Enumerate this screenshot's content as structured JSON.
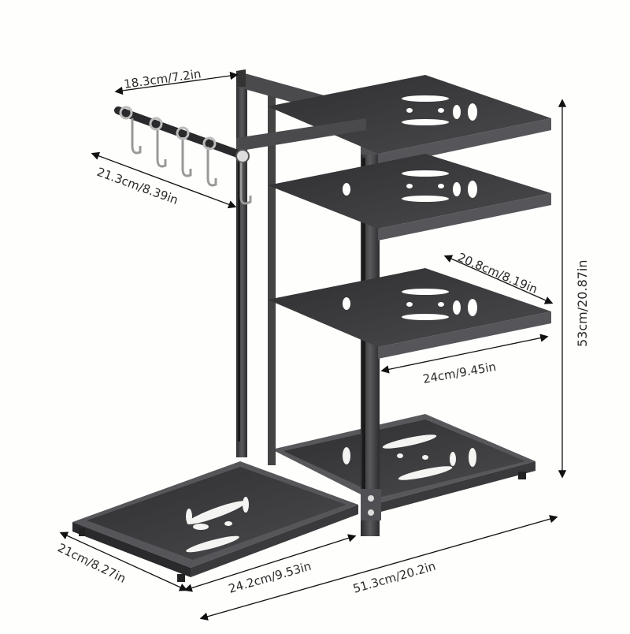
{
  "diagram": {
    "subject": "Adjustable metal pot and pan organizer rack with hanging hooks",
    "background_color": "#fefefc",
    "metal_color": "#3b3b3d",
    "hooks_count": 5,
    "shelves_count": 3,
    "base_panels_count": 2,
    "dimensions": {
      "hook_bar_length": "18.3cm/7.2in",
      "hook_bar_depth": "21.3cm/8.39in",
      "shelf_width": "20.8cm/8.19in",
      "shelf_depth": "24cm/9.45in",
      "total_height": "53cm/20.87in",
      "base_depth": "21cm/8.27in",
      "base_panel_width": "24.2cm/9.53in",
      "total_base_length": "51.3cm/20.2in"
    }
  }
}
